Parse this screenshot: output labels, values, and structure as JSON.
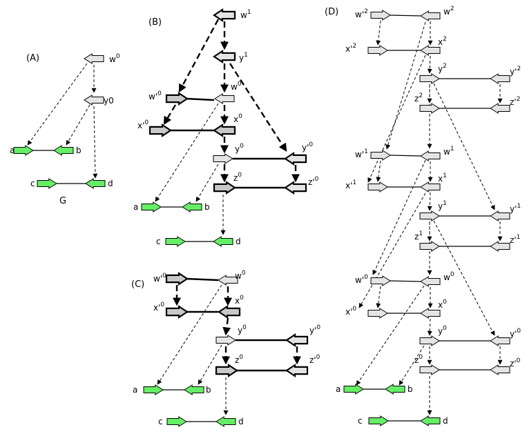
{
  "panels": {
    "A": "(A)",
    "B": "(B)",
    "C": "(C)",
    "D": "(D)",
    "caption_G": "G"
  },
  "colors": {
    "green_fill": "#66ee66",
    "gray_fill": "#e4e4e4",
    "dark_gray_fill": "#c8c8c8",
    "stroke": "#000000"
  },
  "labels": {
    "a": "a",
    "b": "b",
    "c": "c",
    "d": "d",
    "w": "w",
    "wp": "w'",
    "x": "x",
    "xp": "x'",
    "y": "y",
    "yp": "y'",
    "z": "z",
    "zp": "z'",
    "y0_plain": "y0",
    "sup0": "0",
    "sup1": "1",
    "sup2": "2"
  }
}
